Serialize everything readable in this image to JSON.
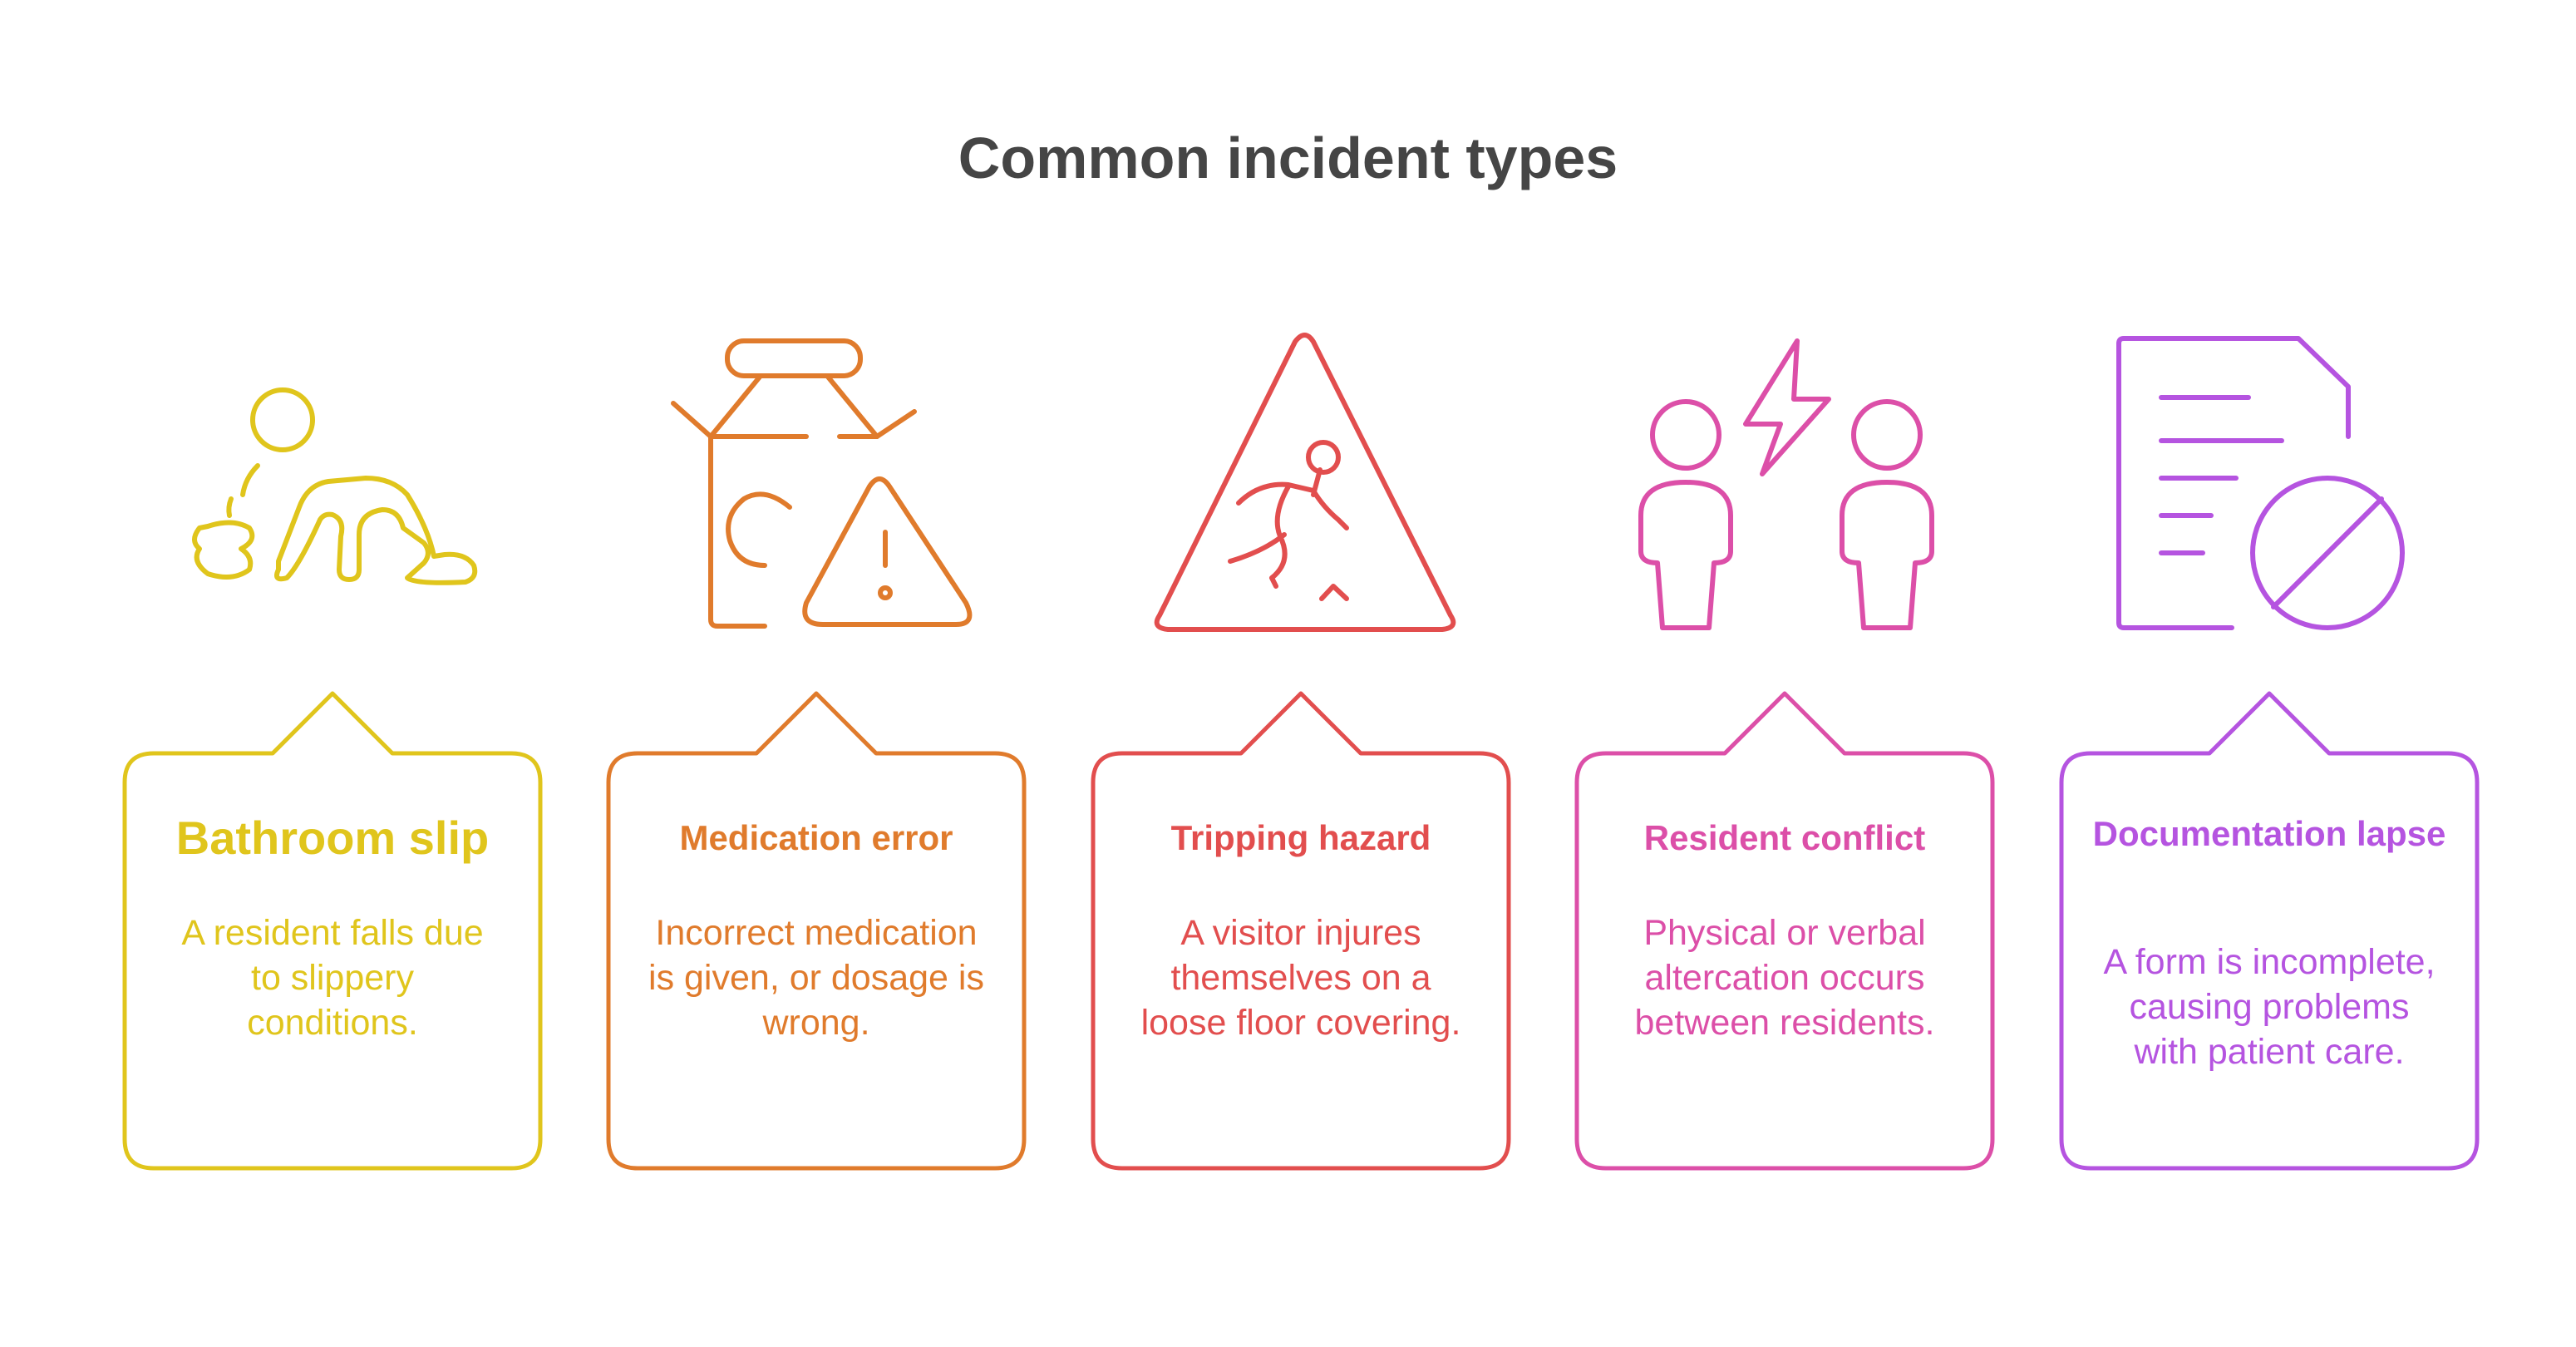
{
  "title": "Common incident types",
  "cards": [
    {
      "title": "Bathroom slip",
      "description": "A resident falls due to slippery conditions.",
      "color": "#E0C51C",
      "icon": "slip-fall-icon"
    },
    {
      "title": "Medication error",
      "description": "Incorrect medication is given, or dosage is wrong.",
      "color": "#E07B2C",
      "icon": "medication-warning-icon"
    },
    {
      "title": "Tripping hazard",
      "description": "A visitor injures themselves on a loose floor covering.",
      "color": "#E24E4E",
      "icon": "trip-hazard-sign-icon"
    },
    {
      "title": "Resident conflict",
      "description": "Physical or verbal altercation occurs between residents.",
      "color": "#DC4FA8",
      "icon": "conflict-people-icon"
    },
    {
      "title": "Documentation lapse",
      "description": "A form is incomplete, causing problems with patient care.",
      "color": "#B554E0",
      "icon": "document-prohibited-icon"
    }
  ]
}
